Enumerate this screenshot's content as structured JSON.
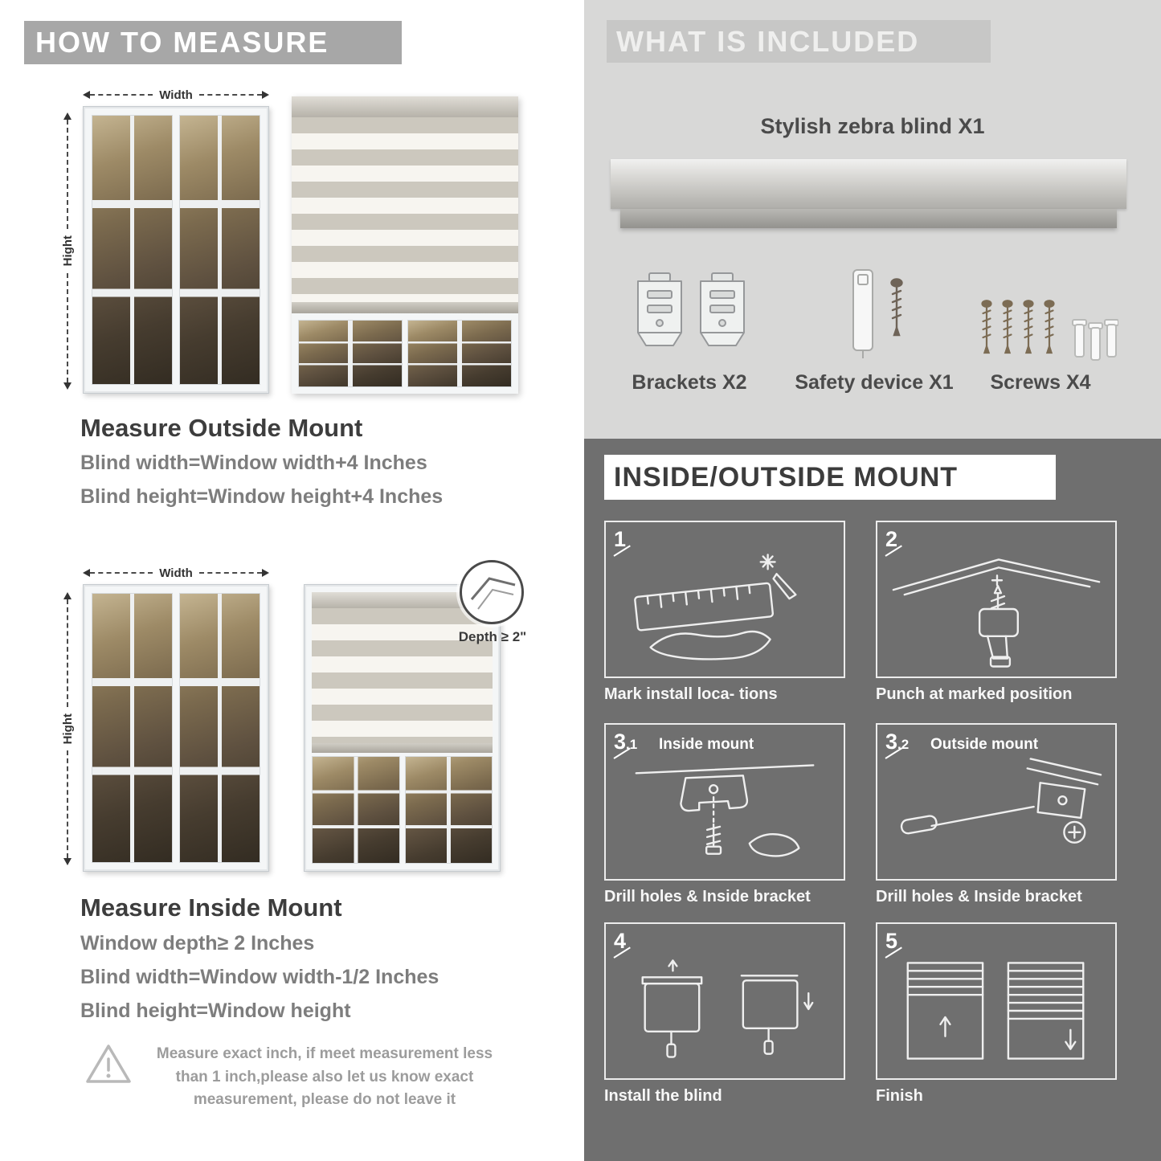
{
  "colors": {
    "left_banner_bg": "#a7a7a7",
    "included_bg": "#d8d8d7",
    "included_banner_bg": "#c7c7c6",
    "mount_bg": "#6f6f6f",
    "heading_text": "#3d3d3d",
    "body_text": "#7d7d7d"
  },
  "left": {
    "banner": "HOW TO MEASURE",
    "outside": {
      "width_label": "Width",
      "height_label": "Hight",
      "heading": "Measure Outside Mount",
      "line1": "Blind width=Window width+4 Inches",
      "line2": "Blind height=Window height+4 Inches"
    },
    "inside": {
      "width_label": "Width",
      "height_label": "Hight",
      "depth_callout": "Depth ≥ 2\"",
      "heading": "Measure Inside Mount",
      "line1": "Window depth≥ 2 Inches",
      "line2": "Blind width=Window width-1/2 Inches",
      "line3": "Blind height=Window height"
    },
    "note": "Measure exact inch, if meet measurement less than 1 inch,please also let us know exact measurement, please do not leave it"
  },
  "right": {
    "included": {
      "banner": "WHAT IS INCLUDED",
      "product": "Stylish zebra blind X1",
      "items": [
        {
          "label": "Brackets X2"
        },
        {
          "label": "Safety device X1"
        },
        {
          "label": "Screws X4"
        }
      ]
    },
    "mount": {
      "banner": "INSIDE/OUTSIDE MOUNT",
      "steps": [
        {
          "num": "1",
          "sub": "",
          "title": "",
          "caption": "Mark install loca- tions"
        },
        {
          "num": "2",
          "sub": "",
          "title": "",
          "caption": "Punch at  marked position"
        },
        {
          "num": "3",
          "sub": ".1",
          "title": "Inside mount",
          "caption": "Drill holes &  Inside bracket"
        },
        {
          "num": "3",
          "sub": ".2",
          "title": "Outside mount",
          "caption": "Drill holes &  Inside bracket"
        },
        {
          "num": "4",
          "sub": "",
          "title": "",
          "caption": "Install the blind"
        },
        {
          "num": "5",
          "sub": "",
          "title": "",
          "caption": "Finish"
        }
      ]
    }
  }
}
